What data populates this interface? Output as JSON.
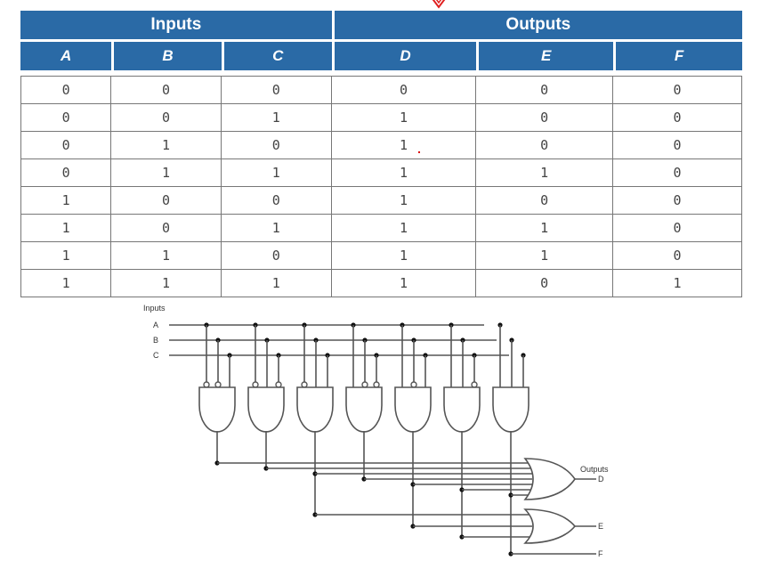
{
  "truth_table": {
    "group_headers": [
      "Inputs",
      "Outputs"
    ],
    "columns": [
      "A",
      "B",
      "C",
      "D",
      "E",
      "F"
    ],
    "rows": [
      [
        "0",
        "0",
        "0",
        "0",
        "0",
        "0"
      ],
      [
        "0",
        "0",
        "1",
        "1",
        "0",
        "0"
      ],
      [
        "0",
        "1",
        "0",
        "1",
        "0",
        "0"
      ],
      [
        "0",
        "1",
        "1",
        "1",
        "1",
        "0"
      ],
      [
        "1",
        "0",
        "0",
        "1",
        "0",
        "0"
      ],
      [
        "1",
        "0",
        "1",
        "1",
        "1",
        "0"
      ],
      [
        "1",
        "1",
        "0",
        "1",
        "1",
        "0"
      ],
      [
        "1",
        "1",
        "1",
        "1",
        "0",
        "1"
      ]
    ],
    "header_color": "#2a6aa6"
  },
  "circuit": {
    "inputs_label": "Inputs",
    "input_lines": [
      "A",
      "B",
      "C"
    ],
    "outputs_label": "Outputs",
    "output_lines": [
      "D",
      "E",
      "F"
    ],
    "and_gates": [
      {
        "inverted": [
          true,
          true,
          false
        ]
      },
      {
        "inverted": [
          true,
          false,
          true
        ]
      },
      {
        "inverted": [
          true,
          false,
          false
        ]
      },
      {
        "inverted": [
          false,
          true,
          true
        ]
      },
      {
        "inverted": [
          false,
          true,
          false
        ]
      },
      {
        "inverted": [
          false,
          false,
          true
        ]
      },
      {
        "inverted": [
          false,
          false,
          false
        ]
      }
    ],
    "or_gate_D_inputs": [
      1,
      2,
      3,
      4,
      5,
      6,
      7
    ],
    "or_gate_E_inputs": [
      3,
      5,
      6
    ],
    "F_from_gate": 7
  }
}
